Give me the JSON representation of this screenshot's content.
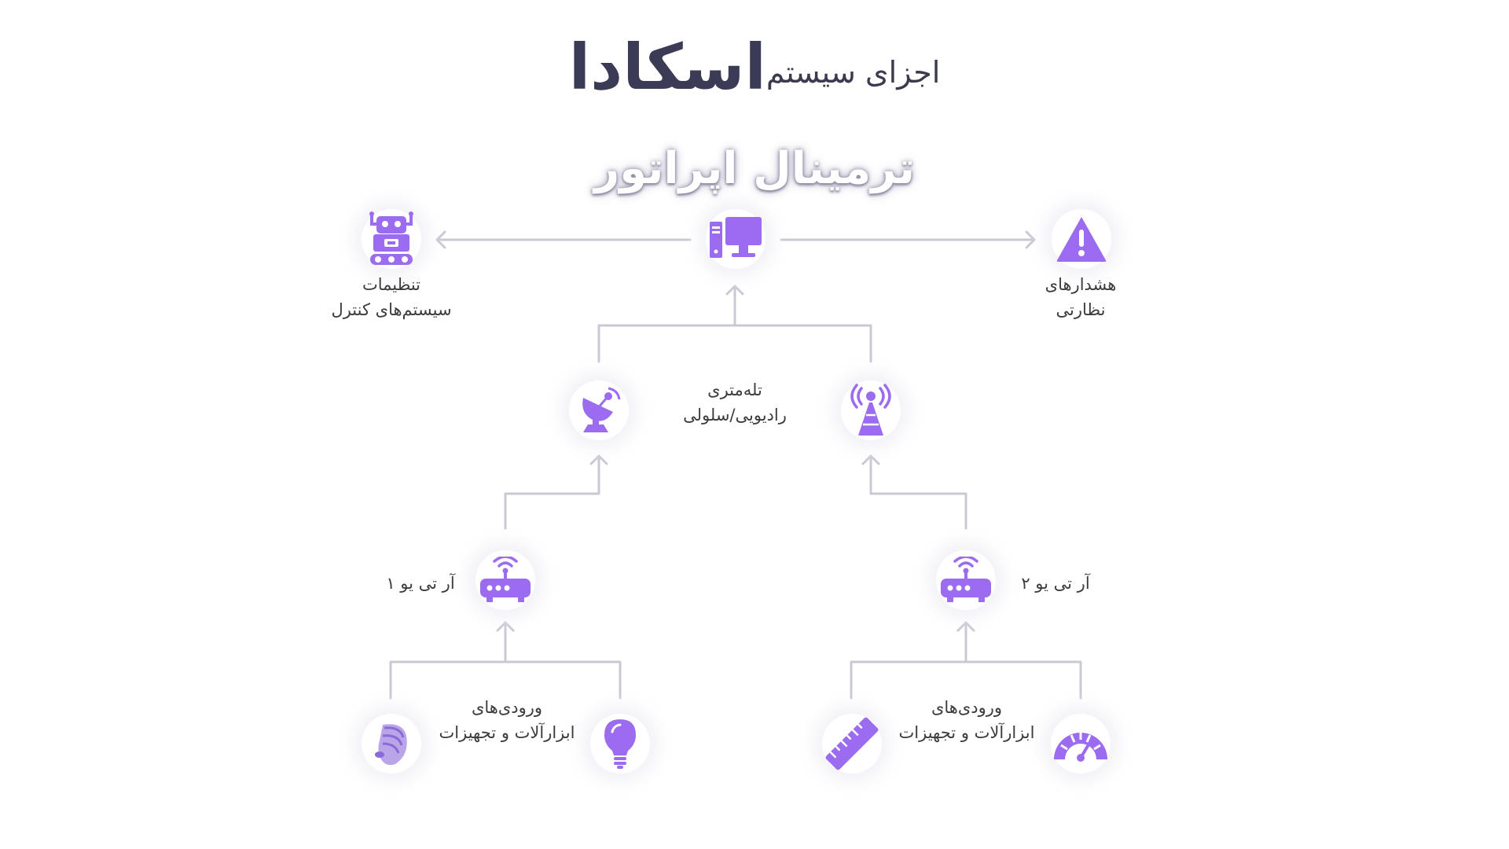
{
  "title": {
    "prefix": "اجزای سیستم",
    "main": "اسکادا"
  },
  "operator_terminal": {
    "label": "ترمینال اپراتور"
  },
  "control_settings": {
    "line1": "تنظیمات",
    "line2": "سیستم‌های کنترل"
  },
  "monitoring_alarms": {
    "line1": "هشدارهای",
    "line2": "نظارتی"
  },
  "telemetry": {
    "line1": "تله‌متری",
    "line2": "رادیویی/سلولی"
  },
  "rtu1": {
    "label": "آر تی یو ۱"
  },
  "rtu2": {
    "label": "آر تی یو ۲"
  },
  "inputs_left": {
    "line1": "ورودی‌های",
    "line2": "ابزارآلات و تجهیزات"
  },
  "inputs_right": {
    "line1": "ورودی‌های",
    "line2": "ابزارآلات و تجهیزات"
  },
  "colors": {
    "accent": "#9b6cf0",
    "line": "#c9c9d3",
    "title": "#3b3b55"
  },
  "icons": [
    "robot-icon",
    "computer-icon",
    "warning-icon",
    "satellite-dish-icon",
    "radio-tower-icon",
    "router-icon",
    "router-icon",
    "sensor-icon",
    "lightbulb-icon",
    "ruler-icon",
    "gauge-icon"
  ]
}
